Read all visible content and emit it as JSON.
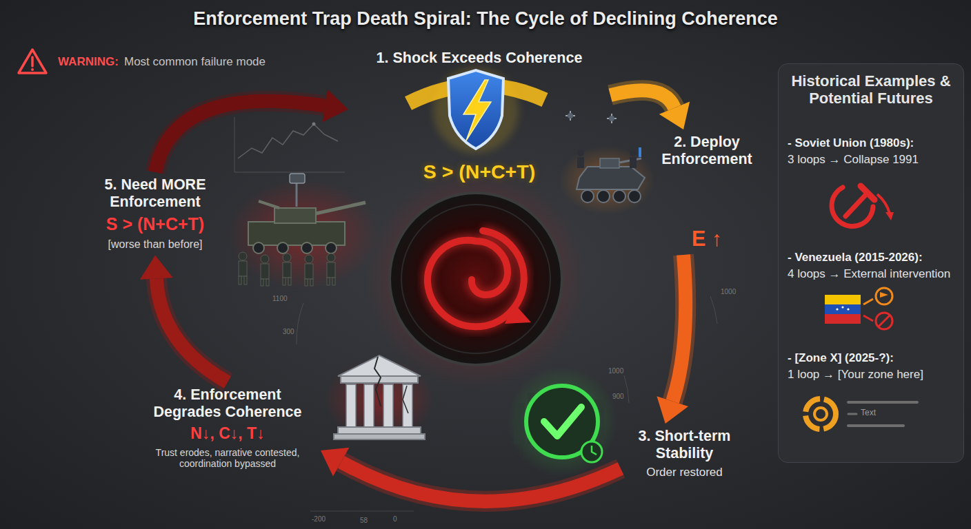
{
  "diagram": {
    "title": "Enforcement Trap Death Spiral: The Cycle of Declining Coherence",
    "nodes": [
      {
        "text": [
          "1. Shock Exceeds Coherence",
          "S > (N+C+T)"
        ]
      },
      {
        "text": [
          "2. Deploy Enforcement",
          "E ↑"
        ]
      },
      {
        "text": [
          "3. Short-term Stability",
          "Order restored"
        ]
      },
      {
        "text": [
          "4. Enforcement Degrades Coherence",
          "N↓, C↓, T↓",
          "Trust erodes, narrative contested, coordination bypassed"
        ]
      },
      {
        "text": [
          "5. Need MORE Enforcement",
          "S > (N+C+T)",
          "[worse than before]"
        ]
      },
      {
        "text": [
          "Historical Examples & Potential Futures"
        ]
      }
    ],
    "edges": [
      {
        "from": 0,
        "to": 1,
        "arrow": "to"
      },
      {
        "from": 1,
        "to": 2,
        "arrow": "to"
      },
      {
        "from": 2,
        "to": 3,
        "arrow": "to"
      },
      {
        "from": 3,
        "to": 4,
        "arrow": "to"
      },
      {
        "from": 4,
        "to": 0,
        "arrow": "to"
      }
    ],
    "labels": [
      "WARNING:",
      "Most common failure mode",
      "- Soviet Union (1980s):",
      "3 loops → Collapse 1991",
      "- Venezuela (2015-2026):",
      "4 loops → External intervention",
      "- [Zone X] (2025-?):",
      "1 loop → [Your zone here]",
      "Text",
      "1100",
      "300",
      "1000",
      "1000",
      "900",
      "-200",
      "58",
      "0"
    ]
  }
}
